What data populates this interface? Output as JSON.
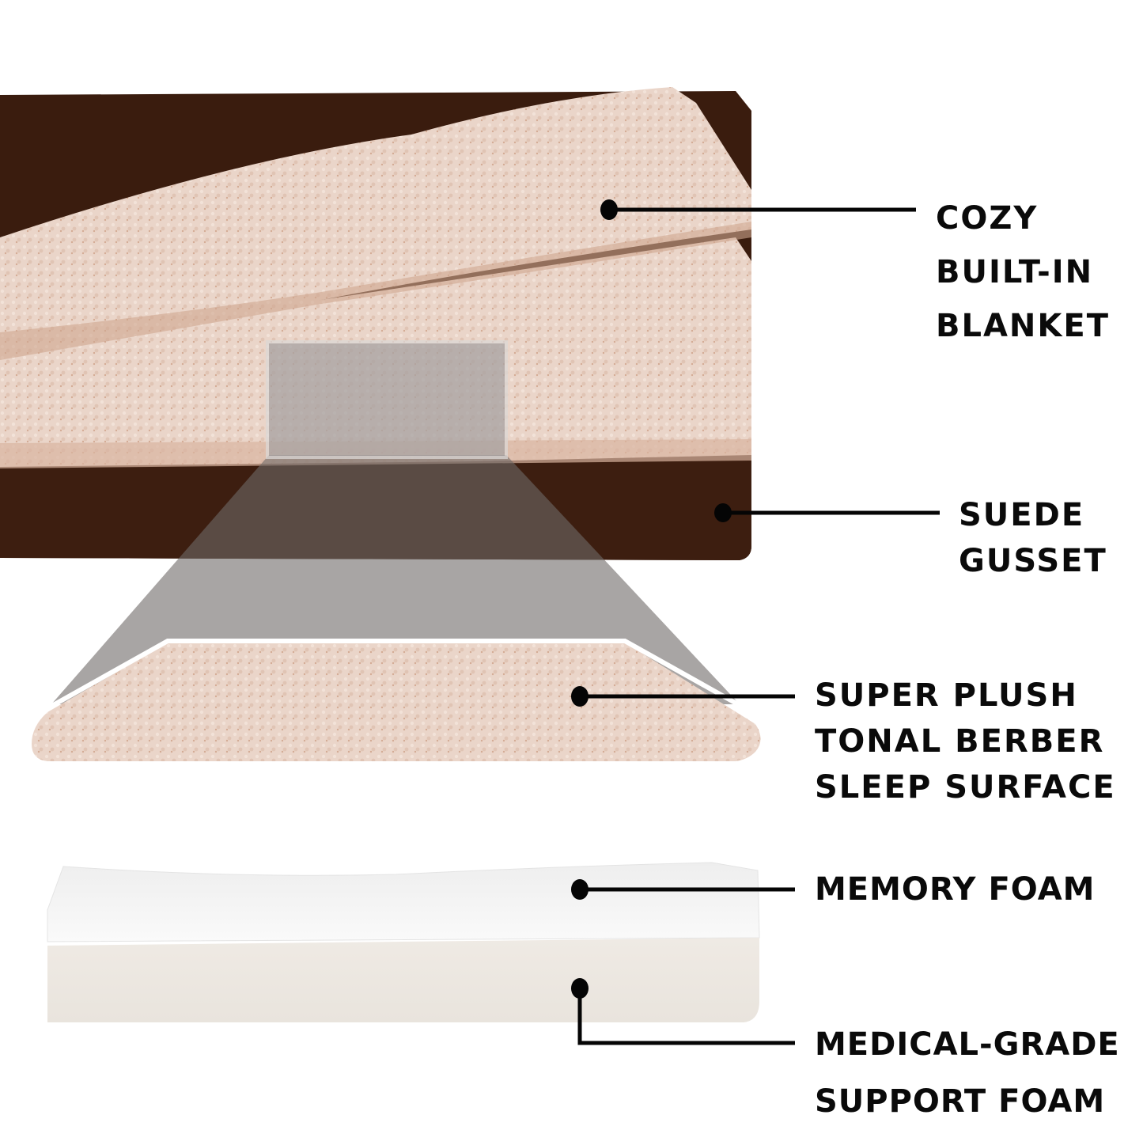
{
  "colors": {
    "background": "#ffffff",
    "suede_brown": "#3a1c0e",
    "suede_brown_light": "#4a2615",
    "berber": "#e9d3c7",
    "berber_shadow": "#d7b8a7",
    "berber_accent": "#c98c6e",
    "overlay_gray": "#8f8a88",
    "memory_foam": "#f4f4f4",
    "support_foam": "#ece8e2",
    "callout_black": "#050505"
  },
  "callouts": [
    {
      "id": "blanket",
      "lines": [
        "COZY",
        "BUILT-IN",
        "BLANKET"
      ]
    },
    {
      "id": "gusset",
      "lines": [
        "SUEDE",
        "GUSSET"
      ]
    },
    {
      "id": "sleep-surface",
      "lines": [
        "SUPER PLUSH",
        "TONAL BERBER",
        "SLEEP SURFACE"
      ]
    },
    {
      "id": "memory-foam",
      "lines": [
        "MEMORY FOAM"
      ]
    },
    {
      "id": "support-foam",
      "lines": [
        "MEDICAL-GRADE",
        "SUPPORT FOAM"
      ]
    }
  ]
}
